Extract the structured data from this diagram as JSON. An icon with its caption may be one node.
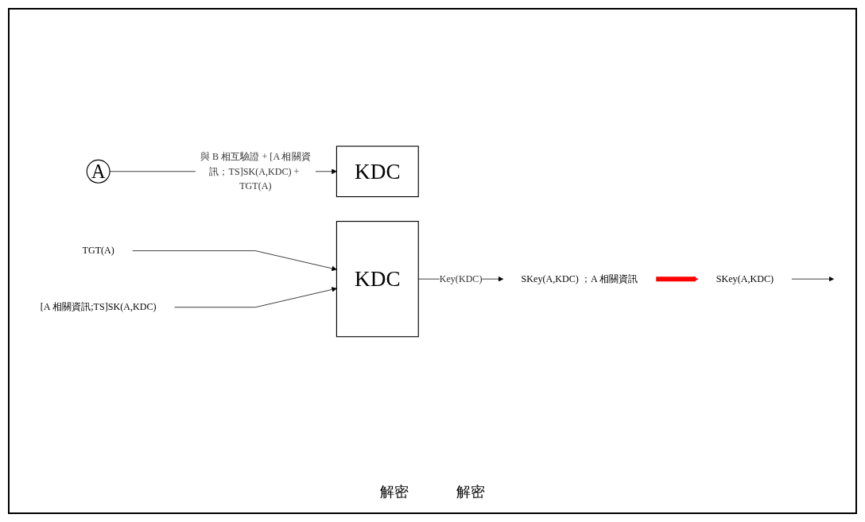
{
  "diagram": {
    "nodes": [
      {
        "text": [
          "A"
        ]
      },
      {
        "text": [
          "KDC"
        ]
      },
      {
        "text": [
          "TGT(A)"
        ]
      },
      {
        "text": [
          "[A 相關資訊;TS]SK(A,KDC)"
        ]
      },
      {
        "text": [
          "KDC"
        ]
      },
      {
        "text": [
          "SKey(A,KDC) ；A 相關資訊"
        ]
      },
      {
        "text": [
          "SKey(A,KDC)"
        ]
      }
    ],
    "edges": [
      {
        "from": 0,
        "to": 1,
        "arrow": "to",
        "label": "與 B 相互驗證 + [A 相關資訊；TS]SK(A,KDC) + TGT(A)"
      },
      {
        "from": 2,
        "to": 4,
        "arrow": "to"
      },
      {
        "from": 3,
        "to": 4,
        "arrow": "to"
      },
      {
        "from": 4,
        "to": 5,
        "arrow": "to",
        "label": "Key(KDC)"
      },
      {
        "from": 5,
        "to": 6,
        "arrow": "to",
        "style": "thick",
        "color": "#ff0000"
      },
      {
        "from": 6,
        "to": null,
        "arrow": "to"
      }
    ],
    "labels": [
      "解密",
      "解密"
    ]
  }
}
